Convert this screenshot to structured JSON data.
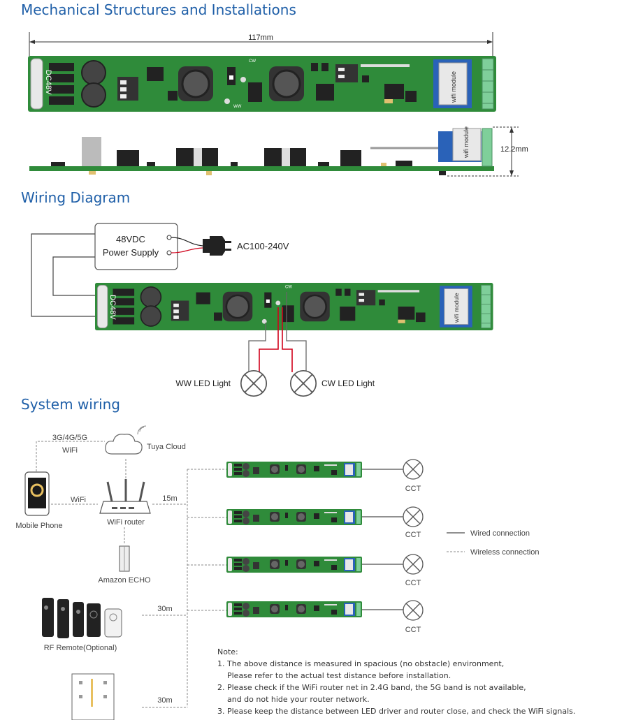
{
  "sections": {
    "mechanical": "Mechanical Structures and Installations",
    "wiring": "Wiring Diagram",
    "system": "System wiring"
  },
  "mechanical": {
    "length_label": "117mm",
    "height_label": "12.2mm",
    "board_voltage": "DC48V",
    "wifi_module": "wifi module",
    "cw": "CW",
    "ww": "WW"
  },
  "wiring": {
    "psu_line1": "48VDC",
    "psu_line2": "Power Supply",
    "ac_label": "AC100-240V",
    "ww_light": "WW LED Light",
    "cw_light": "CW LED Light"
  },
  "system": {
    "cellular": "3G/4G/5G",
    "wifi_top": "WiFi",
    "cloud": "Tuya Cloud",
    "phone": "Mobile Phone",
    "wifi_link": "WiFi",
    "router": "WiFi router",
    "router_range": "15m",
    "echo": "Amazon ECHO",
    "remote": "RF Remote(Optional)",
    "remote_range": "30m",
    "panel_range": "30m",
    "cct": [
      "CCT",
      "CCT",
      "CCT",
      "CCT"
    ],
    "legend_wired": "Wired connection",
    "legend_wireless": "Wireless connection"
  },
  "notes": {
    "heading": "Note:",
    "lines": [
      "1. The above distance is measured in spacious (no obstacle) environment,",
      "    Please refer to the actual test distance before installation.",
      "2. Please check if the WiFi router net in 2.4G band, the 5G band is not available,",
      "    and do not hide your router network.",
      "3. Please keep the distance between LED driver and router close, and check the WiFi signals."
    ]
  },
  "colors": {
    "title_blue": "#1f5fa8",
    "board_green": "#2f8b3a",
    "wifi_blue": "#2a62b8",
    "wire_red": "#d0021b"
  }
}
